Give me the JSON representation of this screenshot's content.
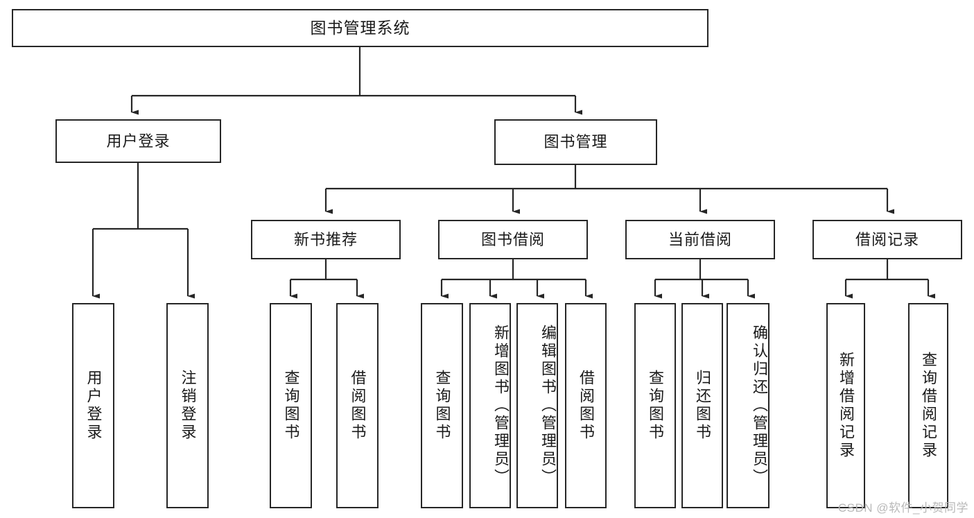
{
  "diagram": {
    "type": "tree-hierarchy",
    "title": "图书管理系统",
    "root": {
      "label": "图书管理系统"
    },
    "level1": [
      {
        "label": "用户登录"
      },
      {
        "label": "图书管理"
      }
    ],
    "level2": [
      {
        "label": "新书推荐"
      },
      {
        "label": "图书借阅"
      },
      {
        "label": "当前借阅"
      },
      {
        "label": "借阅记录"
      }
    ],
    "leaves": {
      "user_login": [
        {
          "label": "用户登录"
        },
        {
          "label": "注销登录"
        }
      ],
      "new_book": [
        {
          "label": "查询图书"
        },
        {
          "label": "借阅图书"
        }
      ],
      "book_borrow": [
        {
          "label": "查询图书"
        },
        {
          "label": "新增图书（管理员）"
        },
        {
          "label": "编辑图书（管理员）"
        },
        {
          "label": "借阅图书"
        }
      ],
      "current_borrow": [
        {
          "label": "查询图书"
        },
        {
          "label": "归还图书"
        },
        {
          "label": "确认归还（管理员）"
        }
      ],
      "borrow_record": [
        {
          "label": "新增借阅记录"
        },
        {
          "label": "查询借阅记录"
        }
      ]
    }
  },
  "watermark": {
    "text": "CSDN @软件_小贺同学"
  },
  "colors": {
    "stroke": "#262626",
    "background": "#ffffff",
    "text": "#1a1a1a",
    "watermark": "#b9b9b9"
  }
}
